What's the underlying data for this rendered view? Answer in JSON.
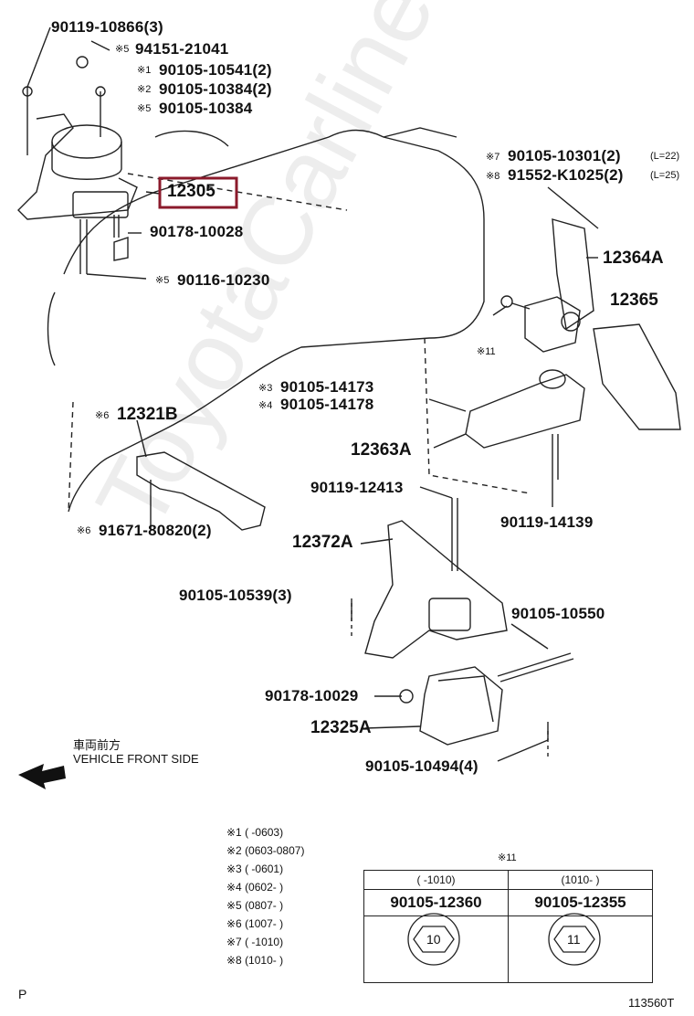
{
  "watermark": "ToyotaCarline.ru",
  "parts": {
    "p_90119_10866": "90119-10866(3)",
    "p_94151_21041": "94151-21041",
    "p_90105_10541": "90105-10541(2)",
    "p_90105_10384_2": "90105-10384(2)",
    "p_90105_10384": "90105-10384",
    "p_12305": "12305",
    "p_90178_10028": "90178-10028",
    "p_90116_10230": "90116-10230",
    "p_90105_10301": "90105-10301(2)",
    "p_91552_K1025": "91552-K1025(2)",
    "p_12364A": "12364A",
    "p_12365": "12365",
    "p_90105_14173": "90105-14173",
    "p_90105_14178": "90105-14178",
    "p_12321B": "12321B",
    "p_12363A": "12363A",
    "p_91671_80820": "91671-80820(2)",
    "p_90119_12413": "90119-12413",
    "p_90119_14139": "90119-14139",
    "p_12372A": "12372A",
    "p_90105_10539": "90105-10539(3)",
    "p_90105_10550": "90105-10550",
    "p_90178_10029": "90178-10029",
    "p_12325A": "12325A",
    "p_90105_10494": "90105-10494(4)"
  },
  "marks": {
    "m5": "※5",
    "m1": "※1",
    "m2": "※2",
    "m5b": "※5",
    "m7": "※7",
    "m8": "※8",
    "m11": "※11",
    "m3": "※3",
    "m4": "※4",
    "m6": "※6",
    "m6b": "※6",
    "m5c": "※5",
    "l22": "(L=22)",
    "l25": "(L=25)"
  },
  "direction": {
    "jp": "車両前方",
    "en": "VEHICLE FRONT SIDE"
  },
  "notes": [
    "※1 (      -0603)",
    "※2 (0603-0807)",
    "※3 (      -0601)",
    "※4 (0602-      )",
    "※5 (0807-      )",
    "※6 (1007-      )",
    "※7 (      -1010)",
    "※8 (1010-      )"
  ],
  "table": {
    "mark": "※11",
    "col1_head": "(    -1010)",
    "col2_head": "(1010-    )",
    "col1_pn": "90105-12360",
    "col2_pn": "90105-12355",
    "col1_icon": "10",
    "col2_icon": "11"
  },
  "footer": {
    "left": "P",
    "right": "113560T"
  },
  "colors": {
    "highlight": "#8b1a2b",
    "ink": "#111111"
  }
}
